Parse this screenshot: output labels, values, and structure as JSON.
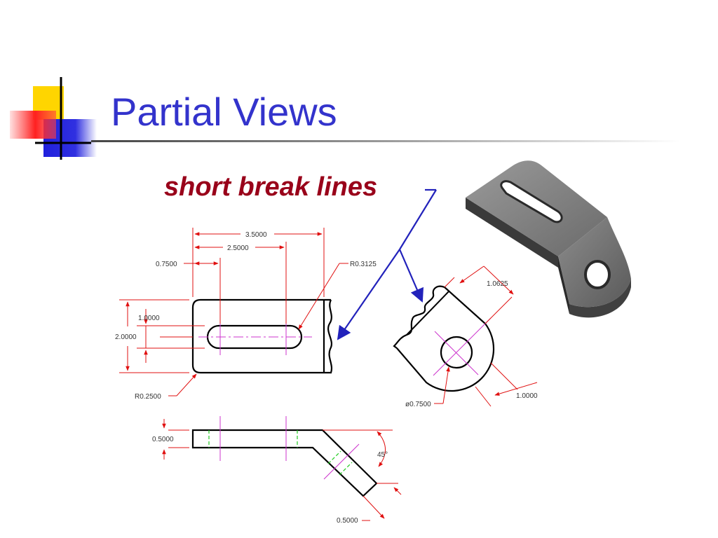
{
  "slide": {
    "title": "Partial Views",
    "caption": "short break lines"
  },
  "drawing": {
    "front_view": {
      "overall_width": "3.5000",
      "slot_span": "2.5000",
      "slot_offset": "0.7500",
      "slot_end_radius": "R0.3125",
      "slot_width": "1.0000",
      "overall_height": "2.0000",
      "corner_radius": "R0.2500"
    },
    "auxiliary_view": {
      "width": "1.0625",
      "hole_diameter": "ø0.7500",
      "length": "1.0000"
    },
    "side_view": {
      "thickness": "0.5000",
      "bend_angle": "45°",
      "flange_thickness": "0.5000"
    }
  },
  "colors": {
    "title": "#3333cc",
    "caption": "#99001a",
    "object_lines": "#000000",
    "dimension_lines": "#e01010",
    "center_lines": "#cc33cc",
    "hidden_lines": "#22cc22",
    "leader_arrows": "#2222bb"
  }
}
